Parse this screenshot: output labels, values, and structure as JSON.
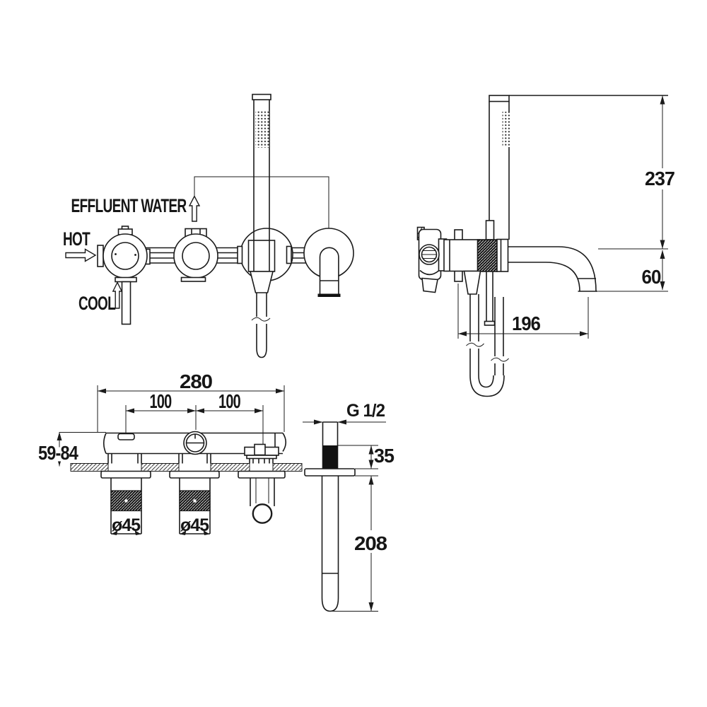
{
  "drawing_title": "wall-mounted bath shower mixer installation drawing",
  "labels": {
    "effluent_water": "EFFLUENT WATER",
    "hot": "HOT",
    "cool": "COOL"
  },
  "dims": {
    "height": "237",
    "spout_drop": "60",
    "spout_reach": "196",
    "body_width": "280",
    "pitch_a": "100",
    "pitch_b": "100",
    "wall_depth": "59-84",
    "handle_dia_a": "ø45",
    "handle_dia_b": "ø45",
    "thread": "G 1/2",
    "wall_band": "35",
    "spout_tube": "208"
  },
  "colors": {
    "line": "#1b1b1b",
    "dark_fill": "#111111",
    "background": "#ffffff"
  }
}
